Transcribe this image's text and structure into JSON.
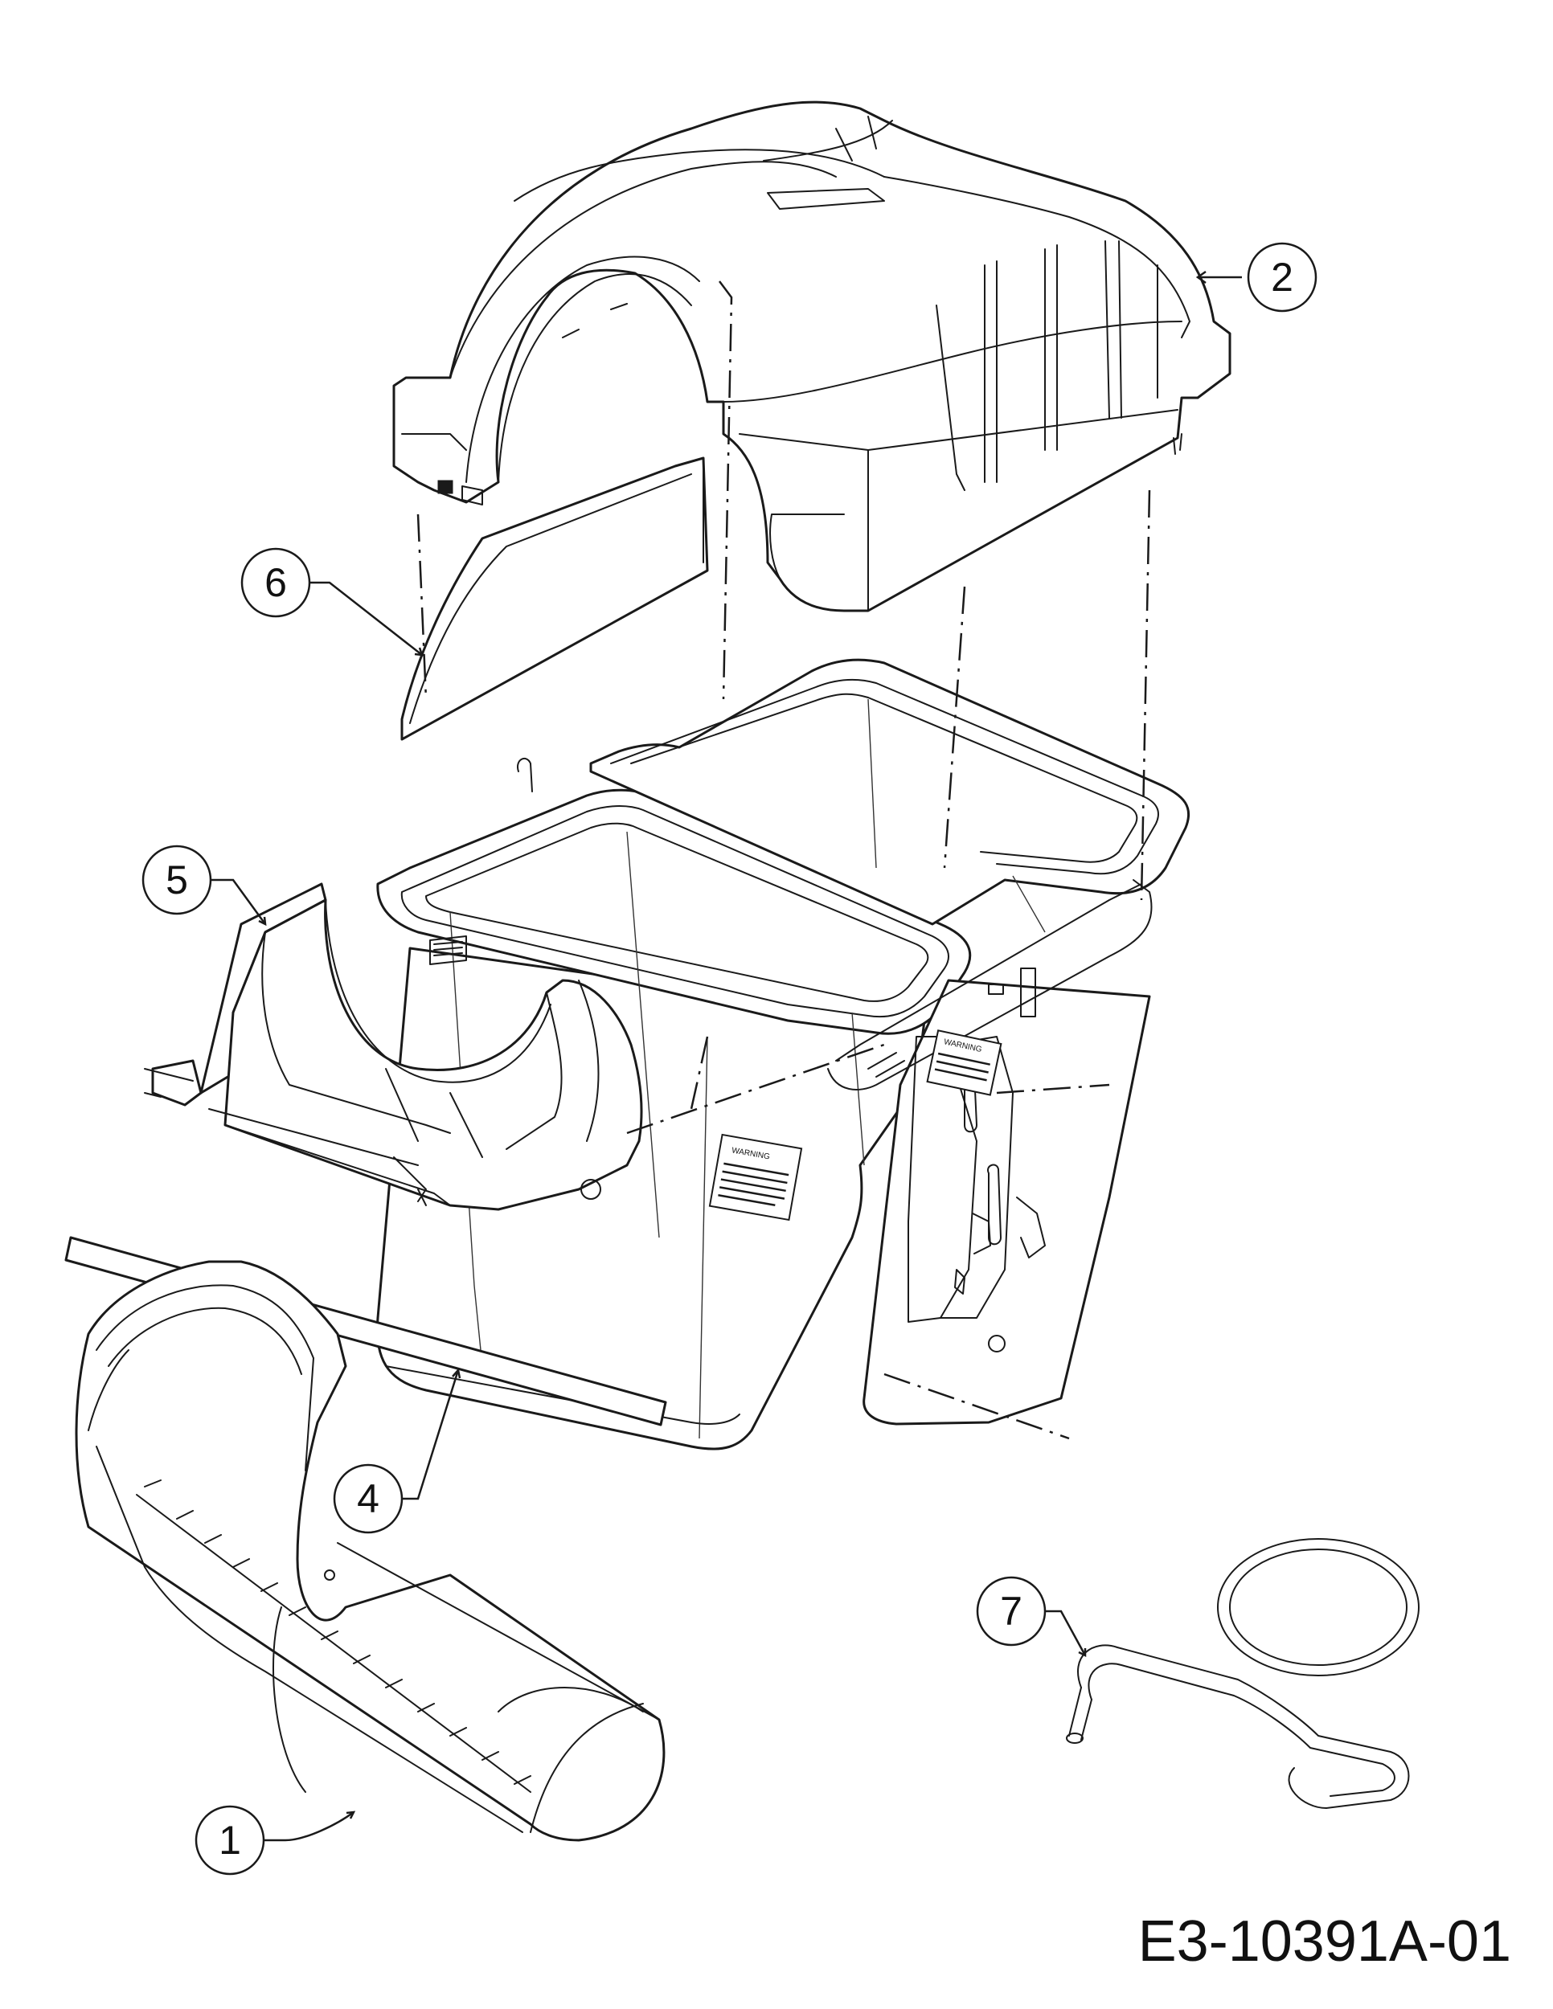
{
  "drawing": {
    "id": "E3-10391A-01"
  },
  "callouts": [
    {
      "key": "c1",
      "label": "1"
    },
    {
      "key": "c2",
      "label": "2"
    },
    {
      "key": "c4",
      "label": "4"
    },
    {
      "key": "c5",
      "label": "5"
    },
    {
      "key": "c6",
      "label": "6"
    },
    {
      "key": "c7",
      "label": "7"
    }
  ],
  "decals": {
    "warning_text": "WARNING"
  },
  "colors": {
    "line": "#1a1a1a",
    "background": "#ffffff"
  }
}
